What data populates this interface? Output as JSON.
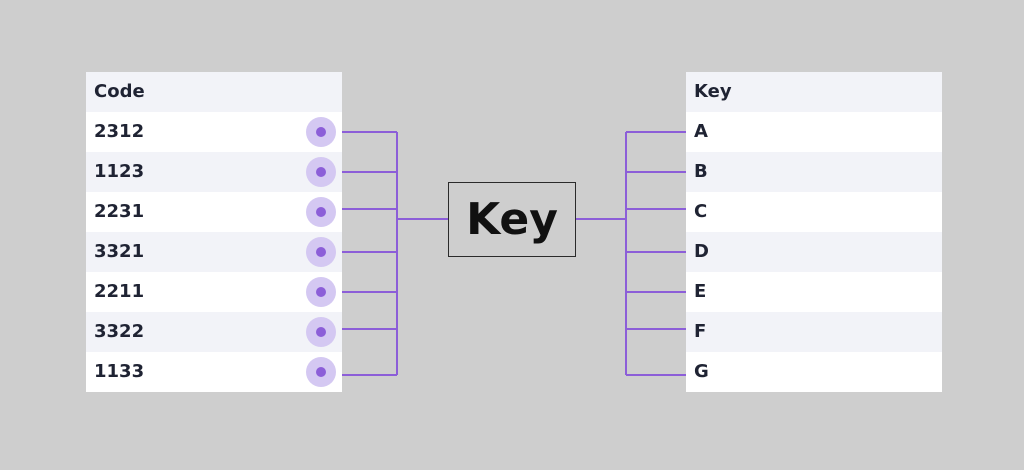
{
  "left_table": {
    "header": "Code",
    "rows": [
      "2312",
      "1123",
      "2231",
      "3321",
      "2211",
      "3322",
      "1133"
    ]
  },
  "right_table": {
    "header": "Key",
    "rows": [
      "A",
      "B",
      "C",
      "D",
      "E",
      "F",
      "G"
    ]
  },
  "center_node": {
    "label": "Key"
  },
  "colors": {
    "background": "#cecece",
    "connector": "#8c5ed8",
    "handle_ring": "#d4c8f2",
    "row_alt": "#f2f3f8",
    "text": "#1f2333"
  }
}
